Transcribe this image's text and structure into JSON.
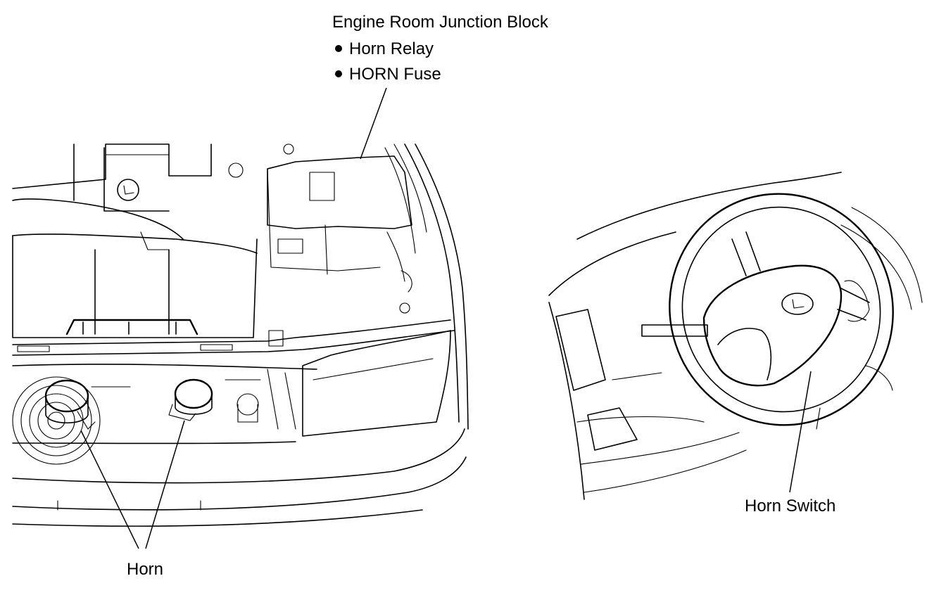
{
  "labels": {
    "junction_block": "Engine Room Junction Block",
    "horn_relay": "Horn Relay",
    "horn_fuse": "HORN Fuse",
    "horn": "Horn",
    "horn_switch": "Horn Switch"
  }
}
